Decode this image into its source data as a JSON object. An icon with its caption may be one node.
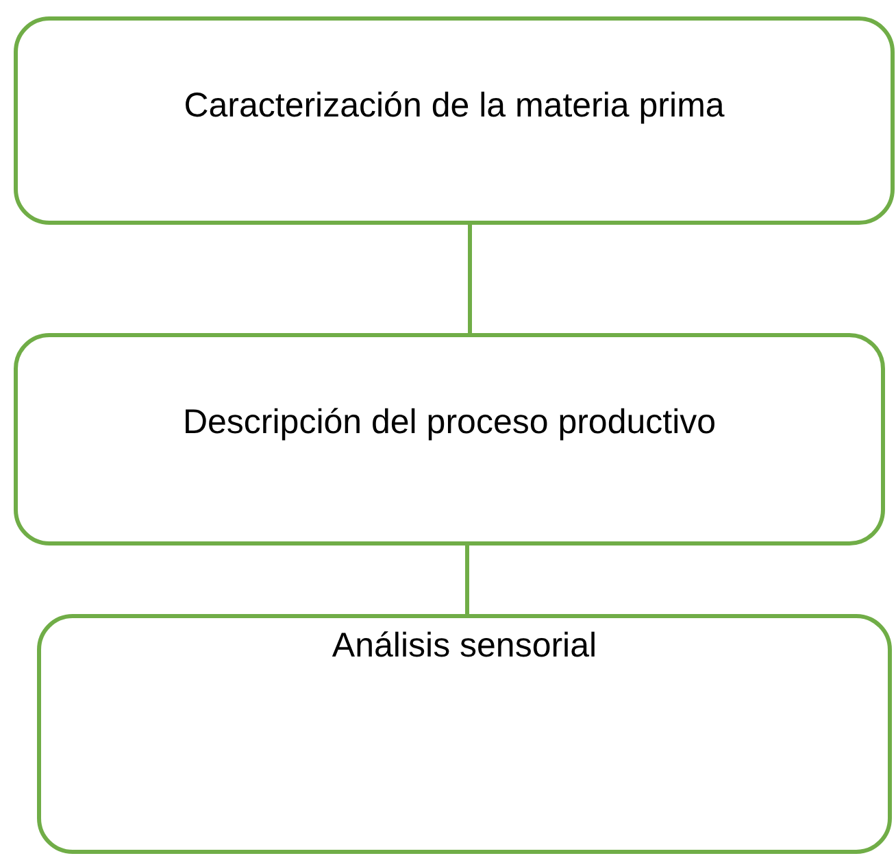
{
  "diagram": {
    "nodes": [
      {
        "text": [
          "Caracterización de la materia prima"
        ]
      },
      {
        "text": [
          "Descripción del proceso productivo"
        ]
      },
      {
        "text": [
          "Análisis sensorial"
        ]
      }
    ],
    "edges": [
      {
        "from": 0,
        "to": 1,
        "arrow": "none"
      },
      {
        "from": 1,
        "to": 2,
        "arrow": "none"
      }
    ]
  }
}
